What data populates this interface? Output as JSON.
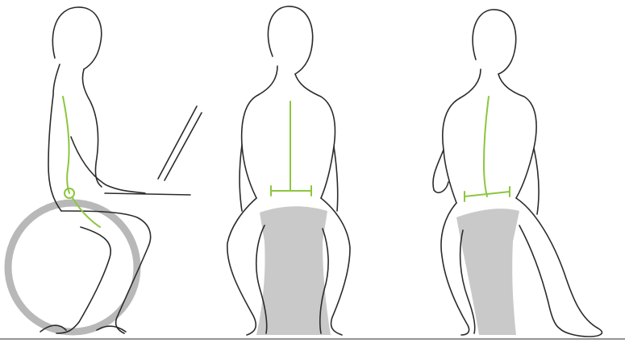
{
  "colors": {
    "background": "#ffffff",
    "outline": "#2b2b2b",
    "spine_guide": "#8dc63f",
    "ball": "#b8b8b8",
    "stool": "#c9c9c9",
    "floor": "#555555"
  },
  "panels": [
    {
      "name": "figure-on-exercise-ball-with-laptop",
      "seat": "ball",
      "view": "side"
    },
    {
      "name": "figure-on-stool-back-view",
      "seat": "stool",
      "view": "back"
    },
    {
      "name": "figure-on-stool-tilted-back-view",
      "seat": "stool",
      "view": "back-tilted"
    }
  ]
}
